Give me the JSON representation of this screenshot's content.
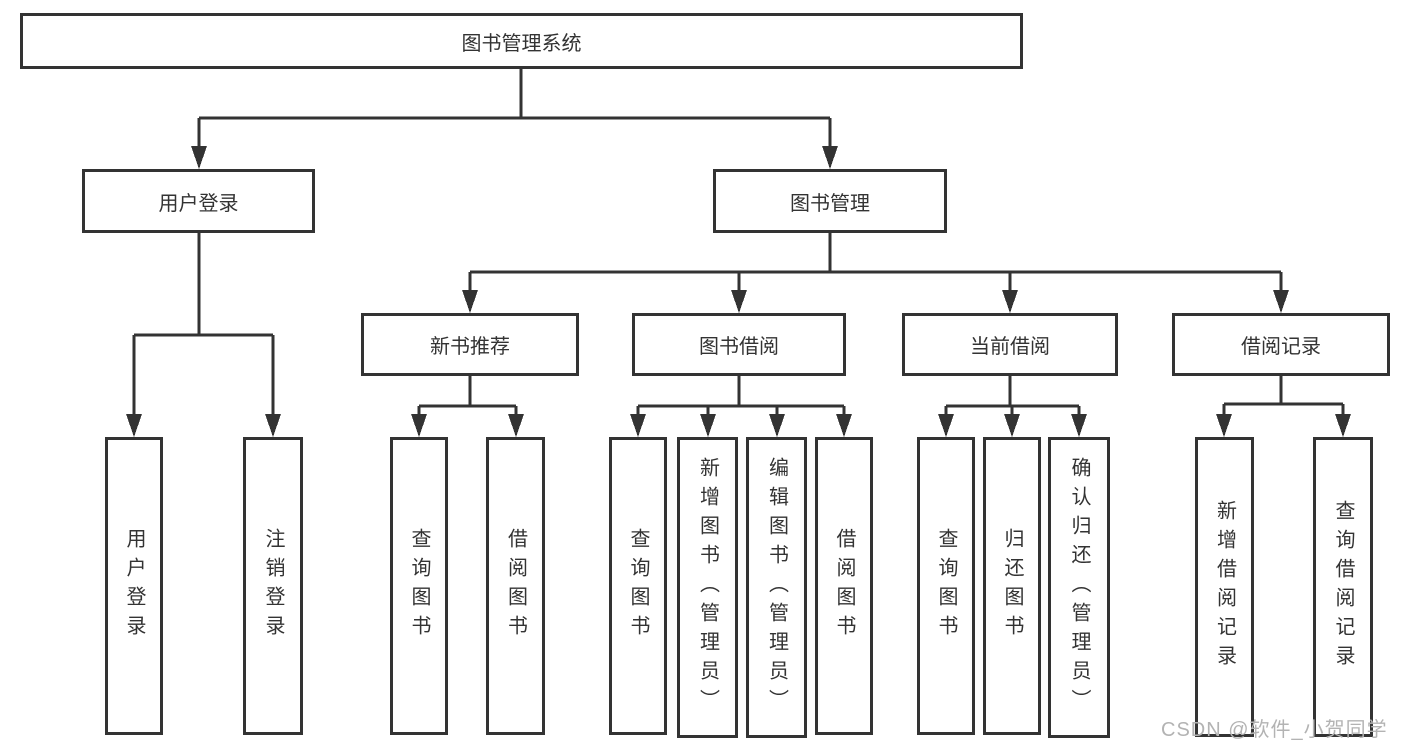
{
  "tree": {
    "label": "图书管理系统",
    "children": [
      {
        "label": "用户登录",
        "children": [
          {
            "label": "用户登录"
          },
          {
            "label": "注销登录"
          }
        ]
      },
      {
        "label": "图书管理",
        "children": [
          {
            "label": "新书推荐",
            "children": [
              {
                "label": "查询图书"
              },
              {
                "label": "借阅图书"
              }
            ]
          },
          {
            "label": "图书借阅",
            "children": [
              {
                "label": "查询图书"
              },
              {
                "label": "新增图书（管理员）"
              },
              {
                "label": "编辑图书（管理员）"
              },
              {
                "label": "借阅图书"
              }
            ]
          },
          {
            "label": "当前借阅",
            "children": [
              {
                "label": "查询图书"
              },
              {
                "label": "归还图书"
              },
              {
                "label": "确认归还（管理员）"
              }
            ]
          },
          {
            "label": "借阅记录",
            "children": [
              {
                "label": "新增借阅记录"
              },
              {
                "label": "查询借阅记录"
              }
            ]
          }
        ]
      }
    ]
  },
  "watermark": {
    "text": "CSDN @软件_小贺同学"
  },
  "colors": {
    "line": "#333333",
    "box_background": "#ffffff",
    "watermark": "#b3b3b3",
    "page_background": "#ffffff"
  }
}
